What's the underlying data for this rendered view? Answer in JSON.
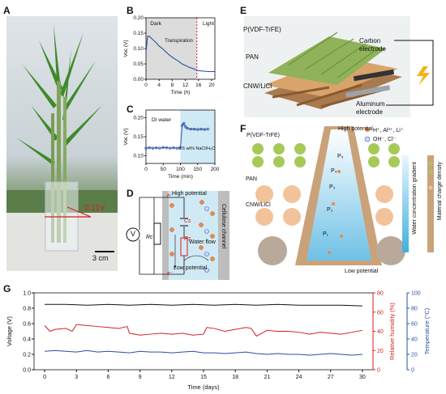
{
  "panels": {
    "A": "A",
    "B": "B",
    "C": "C",
    "D": "D",
    "E": "E",
    "F": "F",
    "G": "G"
  },
  "a": {
    "voltage": "0.11V",
    "scale": "3 cm"
  },
  "b": {
    "dark": "Dark",
    "light": "Light",
    "transpiration": "Transpiration",
    "ylabel": "Voc (V)",
    "xlabel": "Time (h)"
  },
  "c": {
    "di": "DI water",
    "nacl": "0.5 wt% NaCl/H₂O",
    "ylabel": "Voc (V)",
    "xlabel": "Time (min)"
  },
  "d": {
    "high": "High potential",
    "low": "Low potential",
    "water_flow": "Water flow",
    "cellulose": "Cellulose channel",
    "cs": "Cs",
    "rs": "Rs",
    "rc": "Rc",
    "v": "V",
    "e1": "e⁻",
    "e2": "e⁻"
  },
  "e": {
    "pvdf": "P(VDF-TrFE)",
    "pan": "PAN",
    "cnw": "CNW/LiCl",
    "carbon": "Carbon electrode",
    "aluminum": "Aluminum electrode"
  },
  "f": {
    "pvdf": "P(VDF-TrFE)",
    "pan": "PAN",
    "cnw": "CNW/LiCl",
    "high": "High potential",
    "low": "Low potential",
    "cation": "H⁺, Al³⁺, Li⁺",
    "anion": "OH⁻, Cl⁻",
    "gradient": "Water concentration gradient",
    "density": "Material charge density",
    "p1": "P₁",
    "p2": "P₂",
    "p3": "P₃",
    "p4": "P₄",
    "p5": "P₅"
  },
  "chart_data": [
    {
      "type": "line",
      "panel": "B",
      "xlabel": "Time (h)",
      "ylabel": "Voc (V)",
      "xlim": [
        0,
        21
      ],
      "ylim": [
        0.0,
        0.2
      ],
      "xticks": [
        0,
        4,
        8,
        12,
        16,
        20
      ],
      "yticks": [
        0.0,
        0.05,
        0.1,
        0.15,
        0.2
      ],
      "series": [
        {
          "x": [
            0,
            0.5,
            1,
            2,
            3,
            4,
            5,
            6,
            7,
            8,
            9,
            10,
            11,
            12,
            13,
            14,
            15,
            15.5,
            16,
            17,
            18,
            19,
            20,
            21
          ],
          "y": [
            0.09,
            0.14,
            0.14,
            0.13,
            0.12,
            0.108,
            0.1,
            0.09,
            0.08,
            0.072,
            0.065,
            0.058,
            0.05,
            0.045,
            0.04,
            0.036,
            0.032,
            0.03,
            0.028,
            0.027,
            0.026,
            0.025,
            0.025,
            0.025
          ]
        }
      ]
    },
    {
      "type": "line",
      "panel": "C",
      "xlabel": "Time (min)",
      "ylabel": "Voc (V)",
      "xlim": [
        0,
        200
      ],
      "ylim": [
        0.08,
        0.22
      ],
      "xticks": [
        0,
        50,
        100,
        150,
        200
      ],
      "yticks": [
        0.1,
        0.15,
        0.2
      ],
      "series": [
        {
          "x": [
            0,
            10,
            20,
            30,
            40,
            50,
            60,
            70,
            80,
            90,
            100
          ],
          "y": [
            0.12,
            0.121,
            0.12,
            0.121,
            0.12,
            0.122,
            0.121,
            0.12,
            0.121,
            0.12,
            0.121
          ]
        },
        {
          "x": [
            100,
            105,
            110,
            115,
            120,
            130,
            140,
            150,
            160,
            170,
            180
          ],
          "y": [
            0.121,
            0.18,
            0.185,
            0.176,
            0.172,
            0.17,
            0.17,
            0.169,
            0.17,
            0.169,
            0.17
          ]
        }
      ]
    },
    {
      "type": "line",
      "panel": "G",
      "xlabel": "Time (days)",
      "ylabel": "Voltage (V)",
      "y2label": "Relative humidity (%)",
      "y3label": "Temperature (°C)",
      "xlim": [
        -1,
        31
      ],
      "ylim": [
        0,
        1.0
      ],
      "y2lim": [
        0,
        80
      ],
      "y3lim": [
        0,
        100
      ],
      "xticks": [
        0,
        3,
        6,
        9,
        12,
        15,
        18,
        21,
        24,
        27,
        30
      ],
      "yticks": [
        0.0,
        0.2,
        0.4,
        0.6,
        0.8,
        1.0
      ],
      "y2ticks": [
        0,
        20,
        40,
        60,
        80
      ],
      "y3ticks": [
        0,
        20,
        40,
        60,
        80,
        100
      ],
      "series": [
        {
          "axis": "y",
          "x": [
            0,
            2,
            4,
            6,
            8,
            10,
            12,
            14,
            16,
            18,
            20,
            22,
            24,
            26,
            28,
            30
          ],
          "y": [
            0.85,
            0.85,
            0.84,
            0.85,
            0.84,
            0.85,
            0.84,
            0.85,
            0.84,
            0.85,
            0.84,
            0.85,
            0.84,
            0.84,
            0.84,
            0.83
          ]
        },
        {
          "axis": "y2",
          "x": [
            0,
            0.5,
            1,
            2,
            2.6,
            3,
            4,
            5,
            6,
            7,
            7.8,
            8,
            9,
            10,
            11,
            12,
            13,
            14,
            15,
            15.3,
            16,
            17,
            18,
            19,
            19.5,
            20,
            21,
            22,
            23,
            24,
            25,
            26,
            27,
            28,
            29,
            30
          ],
          "y": [
            46,
            40,
            42,
            43,
            40,
            47,
            46,
            45,
            44,
            43,
            45,
            38,
            36,
            37,
            38,
            37,
            38,
            36,
            37,
            44,
            43,
            40,
            42,
            44,
            43,
            35,
            41,
            40,
            40,
            39,
            37,
            39,
            38,
            37,
            39,
            41
          ]
        },
        {
          "axis": "y3",
          "x": [
            0,
            1,
            2,
            3,
            4,
            5,
            6,
            7,
            8,
            9,
            10,
            11,
            12,
            13,
            14,
            15,
            16,
            17,
            18,
            19,
            20,
            21,
            22,
            23,
            24,
            25,
            26,
            27,
            28,
            29,
            30
          ],
          "y": [
            24,
            25,
            24,
            23,
            25,
            23,
            24,
            23,
            22,
            24,
            23,
            23,
            22,
            23,
            24,
            22,
            22,
            21,
            22,
            23,
            21,
            20,
            21,
            20,
            20,
            19,
            20,
            21,
            20,
            19,
            20
          ]
        }
      ]
    }
  ]
}
